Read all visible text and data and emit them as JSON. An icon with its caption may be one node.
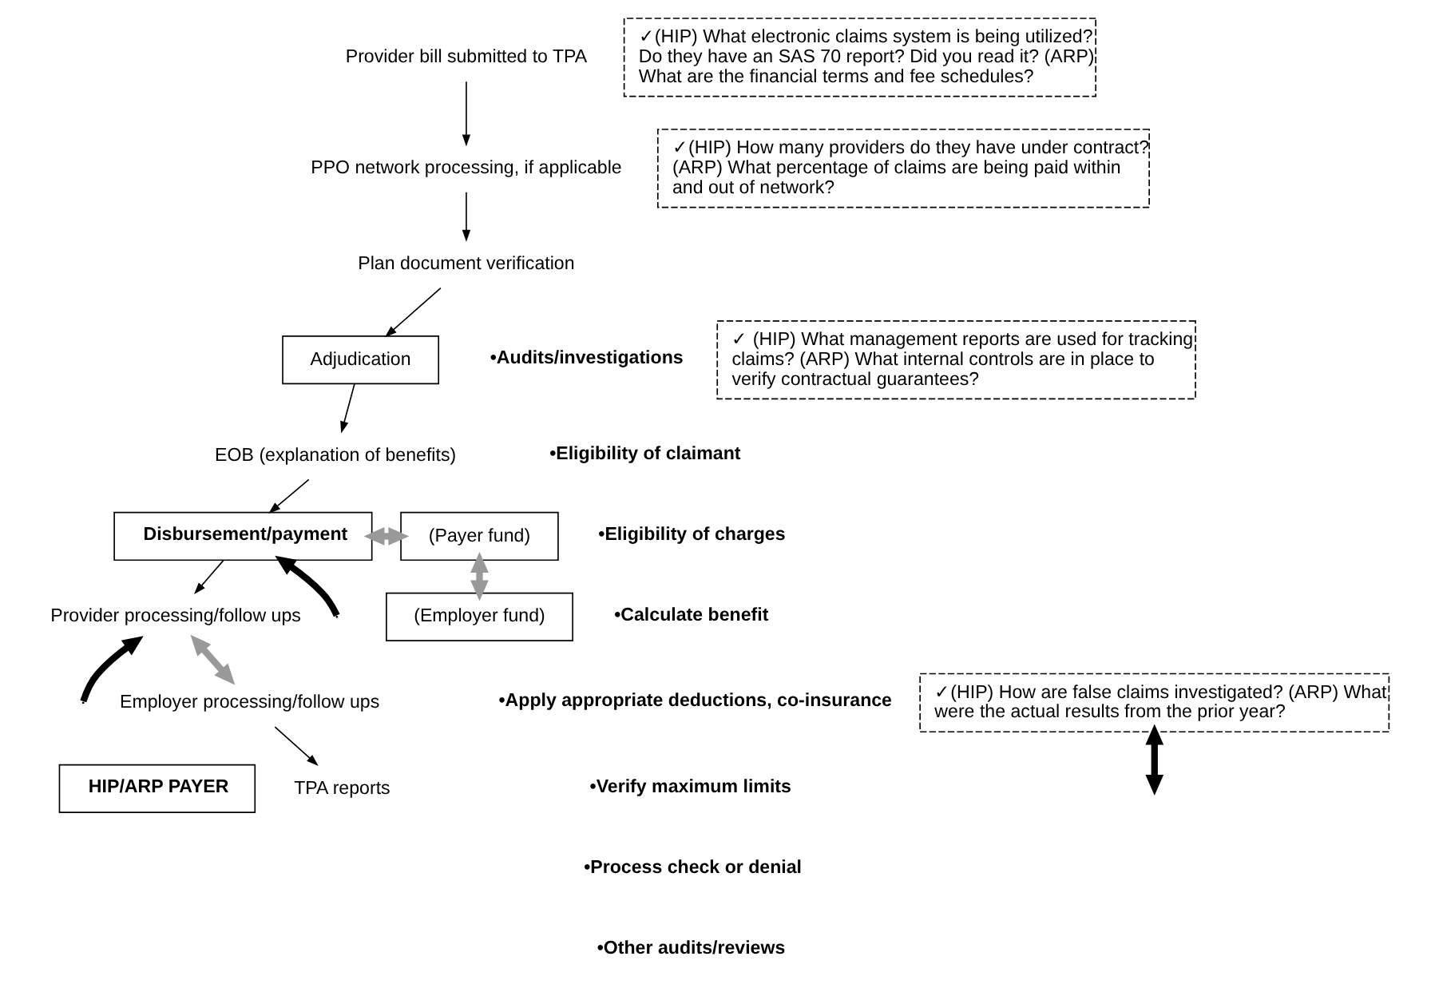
{
  "diagram": {
    "nodes": [
      {
        "text": [
          "Provider bill submitted to TPA"
        ]
      },
      {
        "text": [
          "✓(HIP) What electronic claims system is being utilized? Do they have an SAS 70 report? Did you read it? (ARP) What are the financial terms and fee schedules?"
        ]
      },
      {
        "text": [
          "PPO network processing, if applicable"
        ]
      },
      {
        "text": [
          "✓(HIP) How many providers do they have under contract? (ARP) What percentage of claims are being paid within and out of network?"
        ]
      },
      {
        "text": [
          "Plan document verification"
        ]
      },
      {
        "text": [
          "Adjudication"
        ]
      },
      {
        "text": [
          "✓ (HIP) What management reports are used for tracking claims? (ARP) What internal controls are in place to verify contractual guarantees?"
        ]
      },
      {
        "text": [
          "EOB (explanation of benefits)"
        ]
      },
      {
        "text": [
          "Disbursement/payment"
        ]
      },
      {
        "text": [
          "(Payer fund)"
        ]
      },
      {
        "text": [
          "(Employer fund)"
        ]
      },
      {
        "text": [
          "✓(HIP) How are false claims investigated? (ARP) What were the actual results from the prior year?"
        ]
      },
      {
        "text": [
          "Provider processing/follow ups"
        ]
      },
      {
        "text": [
          "Employer processing/follow ups"
        ]
      },
      {
        "text": [
          "TPA reports"
        ]
      },
      {
        "text": [
          "HIP/ARP PAYER"
        ]
      }
    ],
    "edges": [
      {
        "from": 0,
        "to": 2,
        "arrow": "to"
      },
      {
        "from": 2,
        "to": 4,
        "arrow": "to"
      },
      {
        "from": 4,
        "to": 5,
        "arrow": "to"
      },
      {
        "from": 5,
        "to": 7,
        "arrow": "to"
      },
      {
        "from": 7,
        "to": 8,
        "arrow": "to"
      },
      {
        "from": 8,
        "to": 9,
        "arrow": "both",
        "style": "thick",
        "color": "#999999"
      },
      {
        "from": 9,
        "to": 10,
        "arrow": "both",
        "style": "thick",
        "color": "#999999"
      },
      {
        "from": 8,
        "to": 12,
        "arrow": "to"
      },
      {
        "from": 12,
        "to": 13,
        "arrow": "both",
        "style": "thick",
        "color": "#999999"
      },
      {
        "from": 13,
        "to": 14,
        "arrow": "to"
      },
      {
        "from": 11,
        "to": null,
        "arrow": "both",
        "style": "thick"
      },
      {
        "from": null,
        "to": 8,
        "arrow": "to",
        "style": "thick"
      },
      {
        "from": null,
        "to": 12,
        "arrow": "to",
        "style": "thick"
      }
    ],
    "labels": [
      "•Audits/investigations",
      "•Eligibility of claimant",
      "•Eligibility of charges",
      "•Calculate benefit",
      "•Apply appropriate deductions, co-insurance",
      "•Verify maximum limits",
      "•Process check or denial",
      "•Other audits/reviews"
    ]
  }
}
